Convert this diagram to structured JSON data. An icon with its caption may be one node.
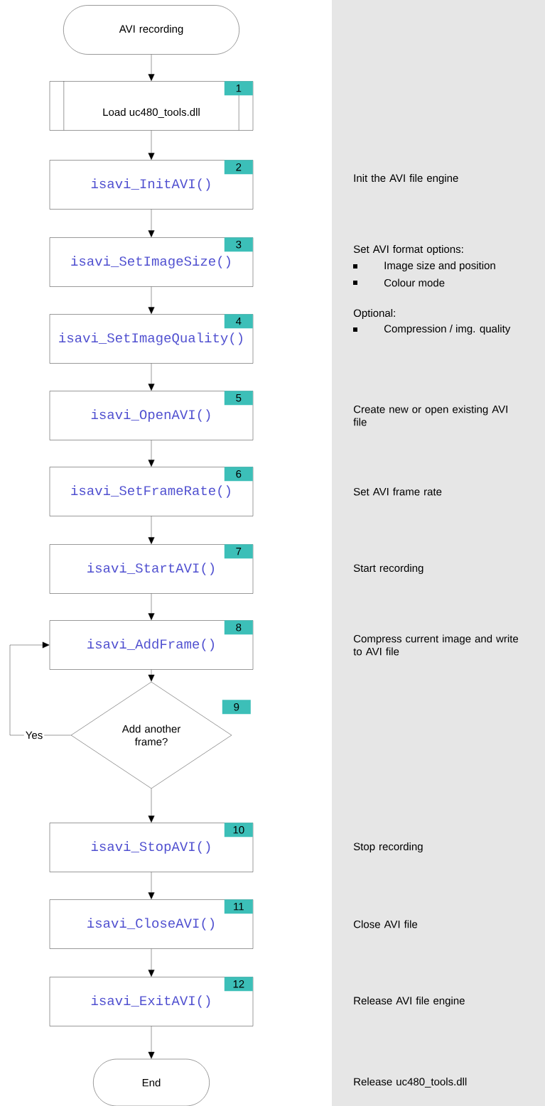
{
  "diagram": {
    "nodes": [
      {
        "text": [
          "AVI recording"
        ]
      },
      {
        "text": [
          "1",
          "Load uc480_tools.dll"
        ]
      },
      {
        "text": [
          "2",
          "isavi_InitAVI()"
        ]
      },
      {
        "text": [
          "3",
          "isavi_SetImageSize()"
        ]
      },
      {
        "text": [
          "4",
          "isavi_SetImageQuality()"
        ]
      },
      {
        "text": [
          "5",
          "isavi_OpenAVI()"
        ]
      },
      {
        "text": [
          "6",
          "isavi_SetFrameRate()"
        ]
      },
      {
        "text": [
          "7",
          "isavi_StartAVI()"
        ]
      },
      {
        "text": [
          "8",
          "isavi_AddFrame()"
        ]
      },
      {
        "text": [
          "Add another frame?"
        ],
        "beside": [
          "9"
        ]
      },
      {
        "text": [
          "10",
          "isavi_StopAVI()"
        ]
      },
      {
        "text": [
          "11",
          "isavi_CloseAVI()"
        ]
      },
      {
        "text": [
          "12",
          "isavi_ExitAVI()"
        ]
      },
      {
        "text": [
          "End"
        ]
      }
    ],
    "edges": [
      {
        "from": 0,
        "to": 1,
        "arrow": "to"
      },
      {
        "from": 1,
        "to": 2,
        "arrow": "to"
      },
      {
        "from": 2,
        "to": 3,
        "arrow": "to"
      },
      {
        "from": 3,
        "to": 4,
        "arrow": "to"
      },
      {
        "from": 4,
        "to": 5,
        "arrow": "to"
      },
      {
        "from": 5,
        "to": 6,
        "arrow": "to"
      },
      {
        "from": 6,
        "to": 7,
        "arrow": "to"
      },
      {
        "from": 7,
        "to": 8,
        "arrow": "to"
      },
      {
        "from": 8,
        "to": 9,
        "arrow": "to"
      },
      {
        "from": 9,
        "to": 8,
        "arrow": "to",
        "label": "Yes"
      },
      {
        "from": 9,
        "to": 10,
        "arrow": "to"
      },
      {
        "from": 10,
        "to": 11,
        "arrow": "to"
      },
      {
        "from": 11,
        "to": 12,
        "arrow": "to"
      },
      {
        "from": 12,
        "to": 13,
        "arrow": "to"
      }
    ],
    "labels": [
      "Init the AVI file engine",
      "Set AVI format options:",
      "Image size and position",
      "Colour mode",
      "Optional:",
      "Compression / img. quality",
      "Create new or open existing AVI file",
      "Set AVI frame rate",
      "Start recording",
      "Compress current image and write to AVI file",
      "Stop recording",
      "Close AVI file",
      "Release AVI file engine",
      "Release uc480_tools.dll"
    ]
  }
}
